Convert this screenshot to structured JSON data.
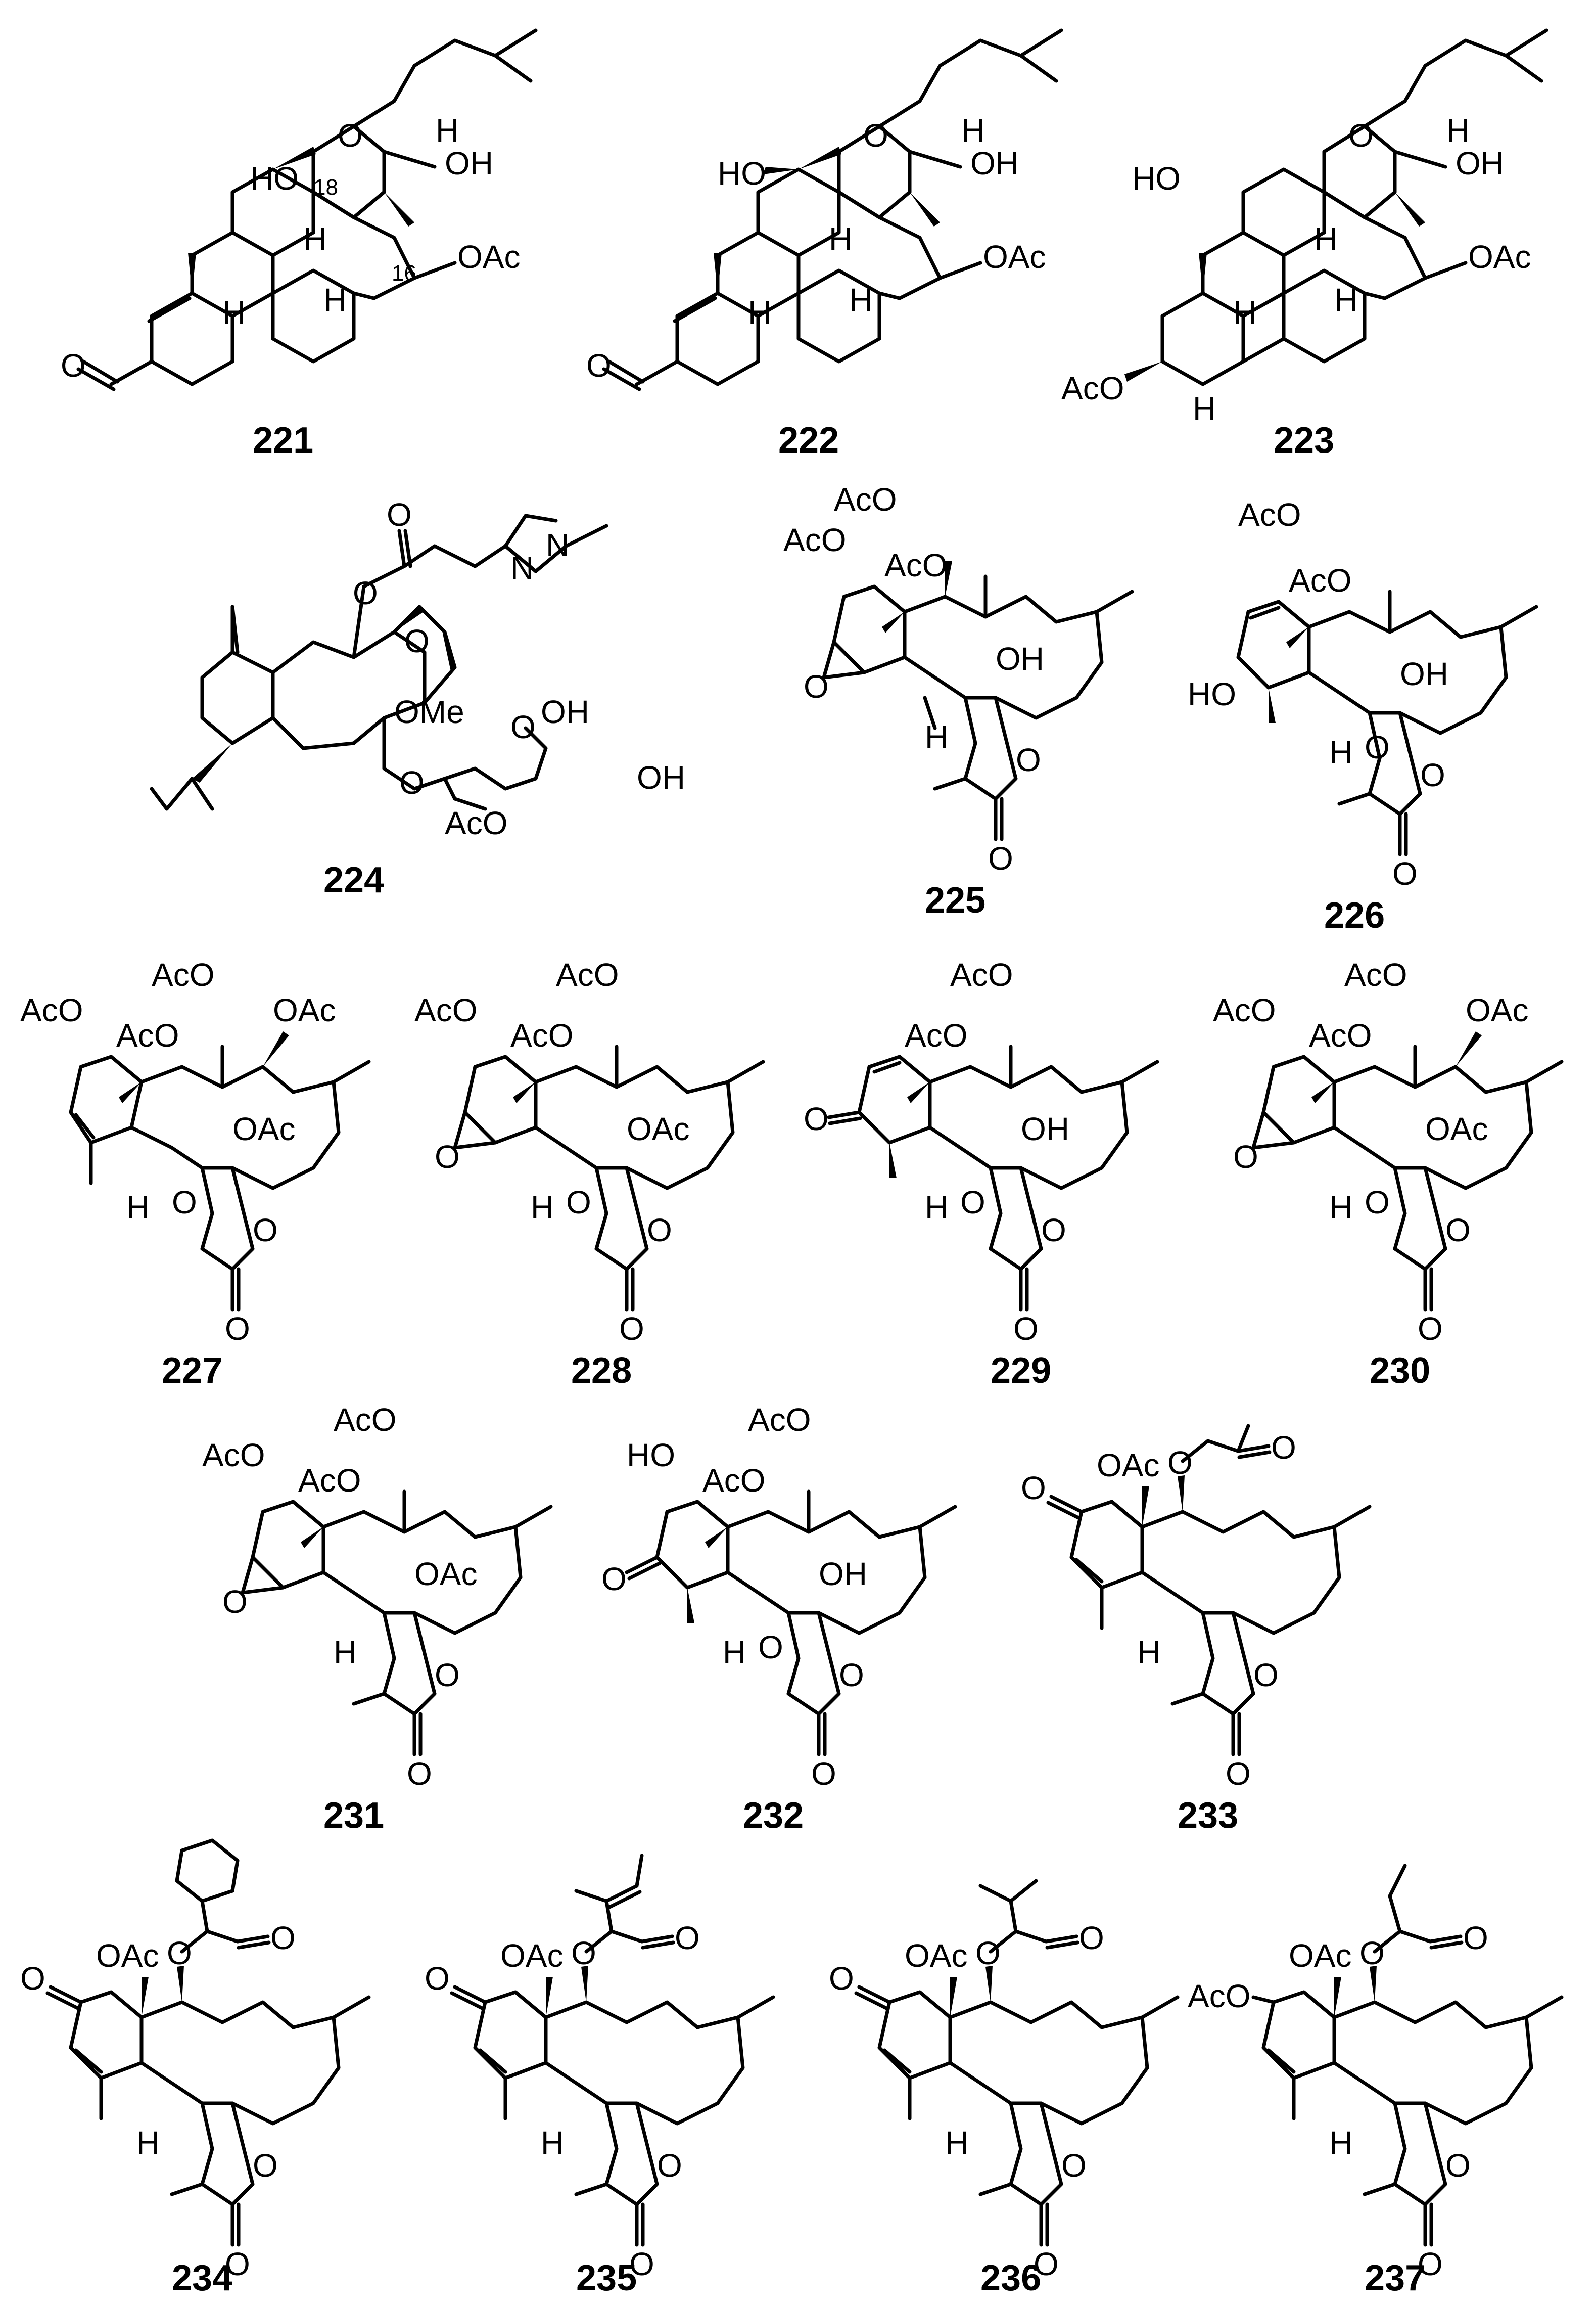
{
  "compounds": [
    {
      "id": "221",
      "labels": {
        "ho": "HO",
        "o_ring": "O",
        "h_top": "H",
        "oh": "OH",
        "oac": "OAc",
        "c18": "18",
        "c16": "16",
        "o_keto": "O",
        "h1": "H",
        "h2": "H",
        "h3": "H"
      }
    },
    {
      "id": "222",
      "labels": {
        "ho": "HO",
        "o_ring": "O",
        "h_top": "H",
        "oh": "OH",
        "oac": "OAc",
        "o_keto": "O",
        "h1": "H",
        "h2": "H",
        "h3": "H"
      }
    },
    {
      "id": "223",
      "labels": {
        "ho": "HO",
        "o_ring": "O",
        "h_top": "H",
        "oh": "OH",
        "oac": "OAc",
        "aco": "AcO",
        "h1": "H",
        "h2": "H",
        "h3": "H",
        "h4": "H"
      }
    },
    {
      "id": "224",
      "labels": {
        "o_carbonyl": "O",
        "o_ester": "O",
        "n1": "N",
        "n2": "N",
        "o_bridge": "O",
        "ome": "OMe",
        "o_gly": "O",
        "o_sugar": "O",
        "oh1": "OH",
        "oh2": "OH",
        "aco": "AcO"
      }
    },
    {
      "id": "225",
      "labels": {
        "aco1": "AcO",
        "aco2": "AcO",
        "aco3": "AcO",
        "oh": "OH",
        "h": "H",
        "o_epox": "O",
        "o_lac": "O",
        "o_keto": "O"
      }
    },
    {
      "id": "226",
      "labels": {
        "aco1": "AcO",
        "aco2": "AcO",
        "oh": "OH",
        "ho": "HO",
        "h": "H",
        "o_epox": "O",
        "o_lac": "O",
        "o_keto": "O"
      }
    },
    {
      "id": "227",
      "labels": {
        "aco1": "AcO",
        "aco2": "AcO",
        "aco3": "AcO",
        "oac1": "OAc",
        "oac2": "OAc",
        "h": "H",
        "o_epox": "O",
        "o_lac": "O",
        "o_keto": "O"
      }
    },
    {
      "id": "228",
      "labels": {
        "aco1": "AcO",
        "aco2": "AcO",
        "aco3": "AcO",
        "oac": "OAc",
        "h": "H",
        "o_epox1": "O",
        "o_epox2": "O",
        "o_lac": "O",
        "o_keto": "O"
      }
    },
    {
      "id": "229",
      "labels": {
        "aco1": "AcO",
        "aco2": "AcO",
        "oh": "OH",
        "o_enone": "O",
        "h": "H",
        "o_epox": "O",
        "o_lac": "O",
        "o_keto": "O"
      }
    },
    {
      "id": "230",
      "labels": {
        "aco1": "AcO",
        "aco2": "AcO",
        "aco3": "AcO",
        "oac1": "OAc",
        "oac2": "OAc",
        "h": "H",
        "o_epox1": "O",
        "o_epox2": "O",
        "o_lac": "O",
        "o_keto": "O"
      }
    },
    {
      "id": "231",
      "labels": {
        "aco1": "AcO",
        "aco2": "AcO",
        "aco3": "AcO",
        "oac": "OAc",
        "h": "H",
        "o_epox": "O",
        "o_lac": "O",
        "o_keto": "O"
      }
    },
    {
      "id": "232",
      "labels": {
        "ho": "HO",
        "aco1": "AcO",
        "aco2": "AcO",
        "oh": "OH",
        "o_enone": "O",
        "h": "H",
        "o_epox": "O",
        "o_lac": "O",
        "o_keto": "O"
      }
    },
    {
      "id": "233",
      "labels": {
        "oac": "OAc",
        "o_ester1": "O",
        "o_ester2": "O",
        "o_enone": "O",
        "h": "H",
        "o_lac": "O",
        "o_keto": "O"
      }
    },
    {
      "id": "234",
      "labels": {
        "oac": "OAc",
        "o_ester1": "O",
        "o_ester2": "O",
        "o_enone": "O",
        "h": "H",
        "o_lac": "O",
        "o_keto": "O"
      }
    },
    {
      "id": "235",
      "labels": {
        "oac": "OAc",
        "o_ester1": "O",
        "o_ester2": "O",
        "o_enone": "O",
        "h": "H",
        "o_lac": "O",
        "o_keto": "O"
      }
    },
    {
      "id": "236",
      "labels": {
        "oac": "OAc",
        "o_ester1": "O",
        "o_ester2": "O",
        "o_enone": "O",
        "h": "H",
        "o_lac": "O",
        "o_keto": "O"
      }
    },
    {
      "id": "237",
      "labels": {
        "oac": "OAc",
        "aco": "AcO",
        "o_ester1": "O",
        "o_ester2": "O",
        "h": "H",
        "o_lac": "O",
        "o_keto": "O"
      }
    }
  ]
}
